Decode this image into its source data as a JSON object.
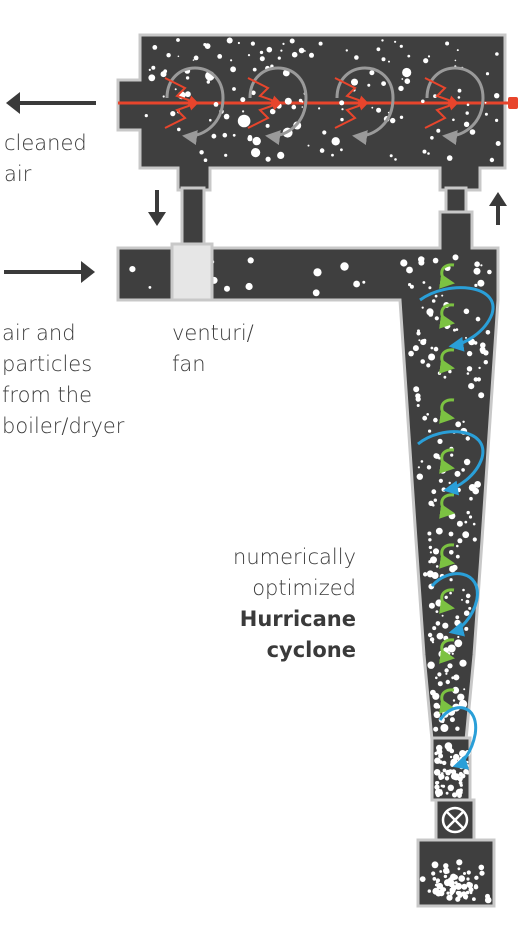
{
  "labels": {
    "cleaned_air": [
      "cleaned",
      "air"
    ],
    "inlet": [
      "air and",
      "particles",
      "from the",
      "boiler/dryer"
    ],
    "venturi": [
      "venturi/",
      "fan"
    ],
    "cyclone": {
      "line1": "numerically",
      "line2": "optimized",
      "line3": "Hurricane",
      "line4": "cyclone"
    }
  },
  "colors": {
    "body": "#3f3f3f",
    "outline": "#c8c8c8",
    "arrow": "#3a3a3a",
    "red_flow": "#e8452c",
    "green_vortex": "#7cc242",
    "blue_vortex": "#2a9fd8",
    "grey_vortex": "#9a9a9a",
    "venturi": "#e6e6e6",
    "particles": "#ffffff"
  },
  "icons": {
    "outlet_arrow": "left-arrow-icon",
    "inlet_arrow": "right-arrow-icon",
    "down_arrow": "down-arrow-icon",
    "up_arrow": "up-arrow-icon",
    "rotary_valve": "rotary-valve-icon"
  }
}
